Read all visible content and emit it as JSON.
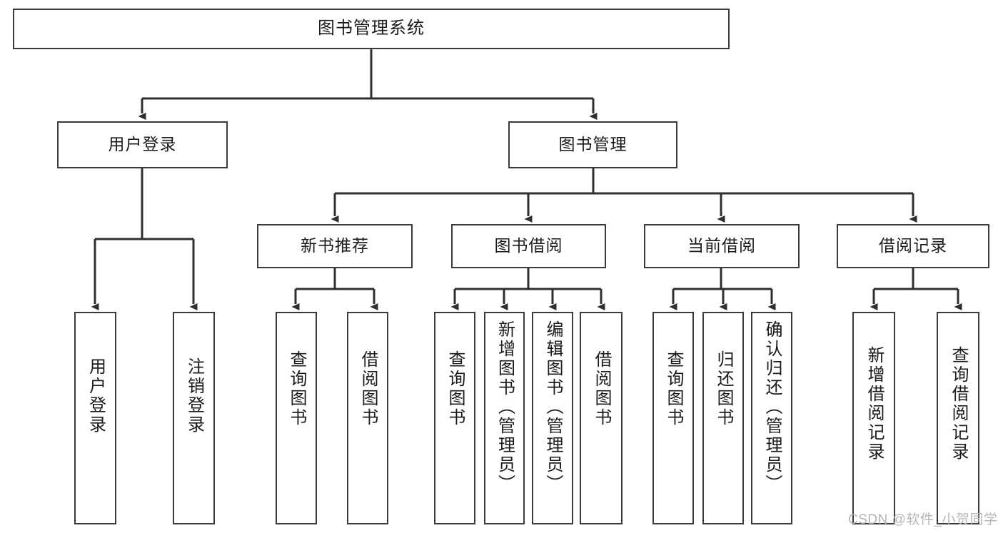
{
  "diagram": {
    "title": "图书管理系统",
    "root": {
      "id": "root",
      "label": "图书管理系统"
    },
    "level1": [
      {
        "id": "user-login",
        "label": "用户登录"
      },
      {
        "id": "book-manage",
        "label": "图书管理"
      }
    ],
    "level2": [
      {
        "id": "new-book-rec",
        "label": "新书推荐",
        "parent": "book-manage"
      },
      {
        "id": "book-borrow",
        "label": "图书借阅",
        "parent": "book-manage"
      },
      {
        "id": "current-borrow",
        "label": "当前借阅",
        "parent": "book-manage"
      },
      {
        "id": "borrow-record",
        "label": "借阅记录",
        "parent": "book-manage"
      }
    ],
    "leaves": [
      {
        "id": "leaf-user-login",
        "label": "用户登录",
        "parent": "user-login"
      },
      {
        "id": "leaf-user-logout",
        "label": "注销登录",
        "parent": "user-login"
      },
      {
        "id": "leaf-query-book-1",
        "label": "查询图书",
        "parent": "new-book-rec"
      },
      {
        "id": "leaf-borrow-book-1",
        "label": "借阅图书",
        "parent": "new-book-rec"
      },
      {
        "id": "leaf-query-book-2",
        "label": "查询图书",
        "parent": "book-borrow"
      },
      {
        "id": "leaf-add-book",
        "label": "新增图书（管理员）",
        "parent": "book-borrow"
      },
      {
        "id": "leaf-edit-book",
        "label": "编辑图书（管理员）",
        "parent": "book-borrow"
      },
      {
        "id": "leaf-borrow-book-2",
        "label": "借阅图书",
        "parent": "book-borrow"
      },
      {
        "id": "leaf-query-book-3",
        "label": "查询图书",
        "parent": "current-borrow"
      },
      {
        "id": "leaf-return-book",
        "label": "归还图书",
        "parent": "current-borrow"
      },
      {
        "id": "leaf-confirm-return",
        "label": "确认归还（管理员）",
        "parent": "current-borrow"
      },
      {
        "id": "leaf-add-record",
        "label": "新增借阅记录",
        "parent": "borrow-record"
      },
      {
        "id": "leaf-query-record",
        "label": "查询借阅记录",
        "parent": "borrow-record"
      }
    ]
  },
  "watermark": {
    "text": "CSDN @软件_小贺同学"
  },
  "colors": {
    "stroke": "#3a3a3a",
    "text": "#1b1b1b",
    "background": "#ffffff",
    "watermark": "#b6b6b6"
  },
  "chart_data": {
    "type": "tree-diagram",
    "title": "图书管理系统",
    "orientation": "top-down",
    "levels": 4,
    "node_count": 20,
    "edges": [
      {
        "from": "图书管理系统",
        "to": "用户登录"
      },
      {
        "from": "图书管理系统",
        "to": "图书管理"
      },
      {
        "from": "用户登录",
        "to": "用户登录"
      },
      {
        "from": "用户登录",
        "to": "注销登录"
      },
      {
        "from": "图书管理",
        "to": "新书推荐"
      },
      {
        "from": "图书管理",
        "to": "图书借阅"
      },
      {
        "from": "图书管理",
        "to": "当前借阅"
      },
      {
        "from": "图书管理",
        "to": "借阅记录"
      },
      {
        "from": "新书推荐",
        "to": "查询图书"
      },
      {
        "from": "新书推荐",
        "to": "借阅图书"
      },
      {
        "from": "图书借阅",
        "to": "查询图书"
      },
      {
        "from": "图书借阅",
        "to": "新增图书（管理员）"
      },
      {
        "from": "图书借阅",
        "to": "编辑图书（管理员）"
      },
      {
        "from": "图书借阅",
        "to": "借阅图书"
      },
      {
        "from": "当前借阅",
        "to": "查询图书"
      },
      {
        "from": "当前借阅",
        "to": "归还图书"
      },
      {
        "from": "当前借阅",
        "to": "确认归还（管理员）"
      },
      {
        "from": "借阅记录",
        "to": "新增借阅记录"
      },
      {
        "from": "借阅记录",
        "to": "查询借阅记录"
      }
    ]
  }
}
